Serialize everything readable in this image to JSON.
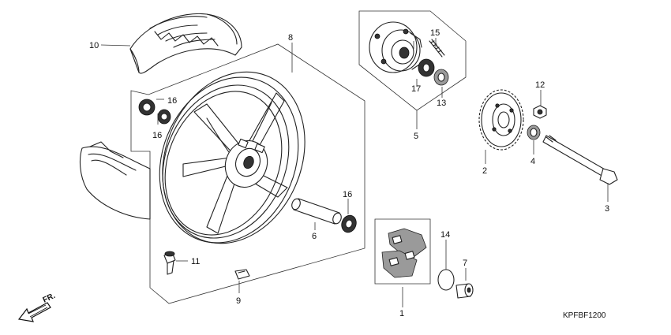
{
  "diagram": {
    "drawing_code": "KPFBF1200",
    "direction_label": "FR.",
    "callouts": [
      {
        "id": "c1",
        "label": "1"
      },
      {
        "id": "c2",
        "label": "2"
      },
      {
        "id": "c3",
        "label": "3"
      },
      {
        "id": "c4",
        "label": "4"
      },
      {
        "id": "c5",
        "label": "5"
      },
      {
        "id": "c6",
        "label": "6"
      },
      {
        "id": "c7",
        "label": "7"
      },
      {
        "id": "c8",
        "label": "8"
      },
      {
        "id": "c9",
        "label": "9"
      },
      {
        "id": "c10",
        "label": "10"
      },
      {
        "id": "c11",
        "label": "11"
      },
      {
        "id": "c12",
        "label": "12"
      },
      {
        "id": "c13",
        "label": "13"
      },
      {
        "id": "c14",
        "label": "14"
      },
      {
        "id": "c15",
        "label": "15"
      },
      {
        "id": "c16a",
        "label": "16"
      },
      {
        "id": "c16b",
        "label": "16"
      },
      {
        "id": "c16c",
        "label": "16"
      },
      {
        "id": "c17",
        "label": "17"
      }
    ]
  }
}
